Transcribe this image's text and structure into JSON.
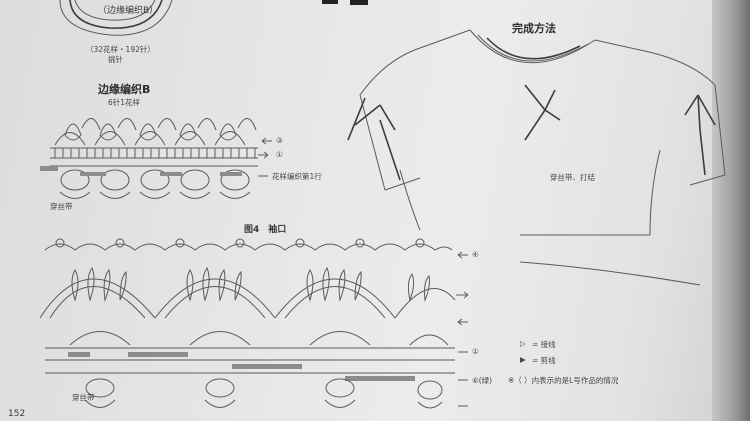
{
  "top_diagram": {
    "label": "（边缘编织B）",
    "note": "（32花样・192针）",
    "note2": "挑针"
  },
  "edge_b": {
    "title": "边缘编织B",
    "repeat_label": "6针1花样",
    "row_marks": [
      "③",
      "①"
    ],
    "start_label": "花样编织第1行",
    "pickup_label": "穿丝带"
  },
  "sleeve": {
    "title": "图4　袖口",
    "row_marks": [
      "④",
      "①",
      "⑥(绿)"
    ],
    "pickup_label": "穿丝带"
  },
  "finish": {
    "title": "完成方法",
    "ribbon_note": "穿丝带、打结"
  },
  "legend": {
    "join_symbol": "▷",
    "join_label": "= 接线",
    "cut_symbol": "▶",
    "cut_label": "= 剪线",
    "note": "※（ ）内表示的是L号作品的情况"
  },
  "page_number": "152"
}
